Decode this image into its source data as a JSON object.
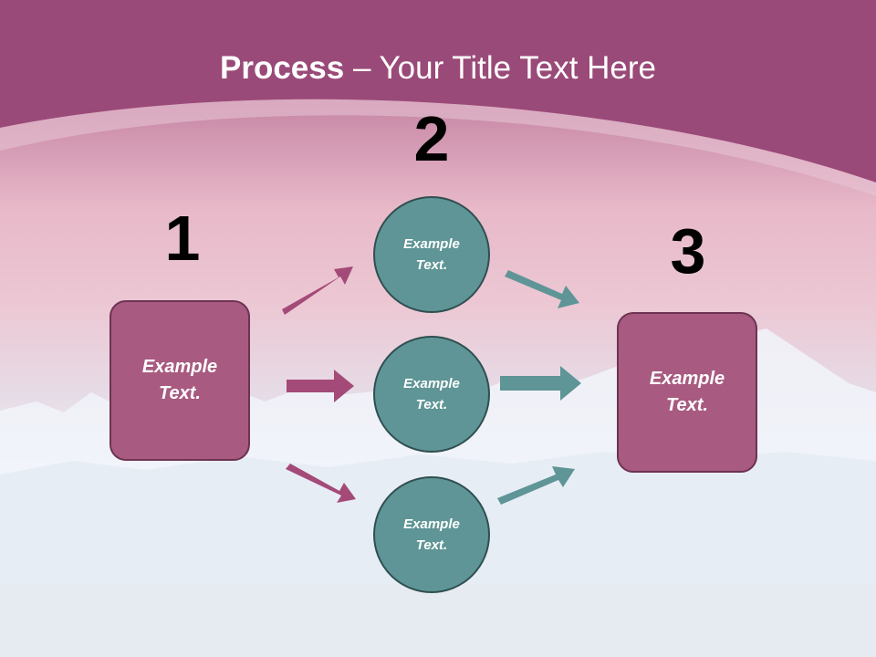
{
  "slide": {
    "title_bold": "Process",
    "title_rest": " – Your Title Text Here"
  },
  "steps": [
    {
      "number": "1",
      "text_line1": "Example",
      "text_line2": "Text."
    },
    {
      "number": "2",
      "text_line1": "Example",
      "text_line2": "Text."
    },
    {
      "number": "3",
      "text_line1": "Example",
      "text_line2": "Text."
    }
  ],
  "circles": [
    {
      "text_line1": "Example",
      "text_line2": "Text."
    },
    {
      "text_line1": "Example",
      "text_line2": "Text."
    },
    {
      "text_line1": "Example",
      "text_line2": "Text."
    }
  ],
  "colors": {
    "header": "#9a4a78",
    "box_fill": "#a85a80",
    "circle_fill": "#5f9596",
    "arrow_left": "#a44a78",
    "arrow_right": "#5f9596"
  },
  "icons": [
    "arrow-icon"
  ]
}
